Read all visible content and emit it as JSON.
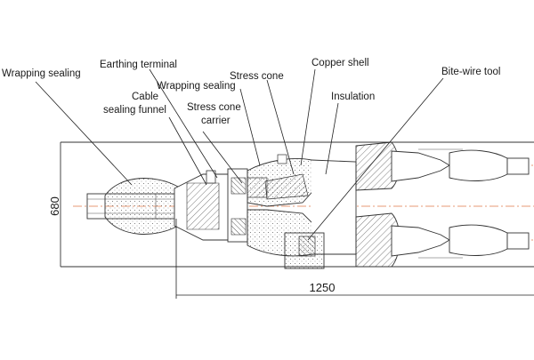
{
  "labels": {
    "wrapping_sealing_1": "Wrapping sealing",
    "earthing_terminal": "Earthing terminal",
    "cable_sealing_funnel_l1": "Cable",
    "cable_sealing_funnel_l2": "sealing funnel",
    "wrapping_sealing_2": "Wrapping sealing",
    "stress_cone": "Stress cone",
    "stress_cone_carrier_l1": "Stress cone",
    "stress_cone_carrier_l2": "carrier",
    "copper_shell": "Copper shell",
    "insulation": "Insulation",
    "bite_wire_tool": "Bite-wire tool"
  },
  "dimensions": {
    "height": "680",
    "length": "1250"
  },
  "colors": {
    "line": "#333333",
    "centerline": "#e07a4a"
  }
}
